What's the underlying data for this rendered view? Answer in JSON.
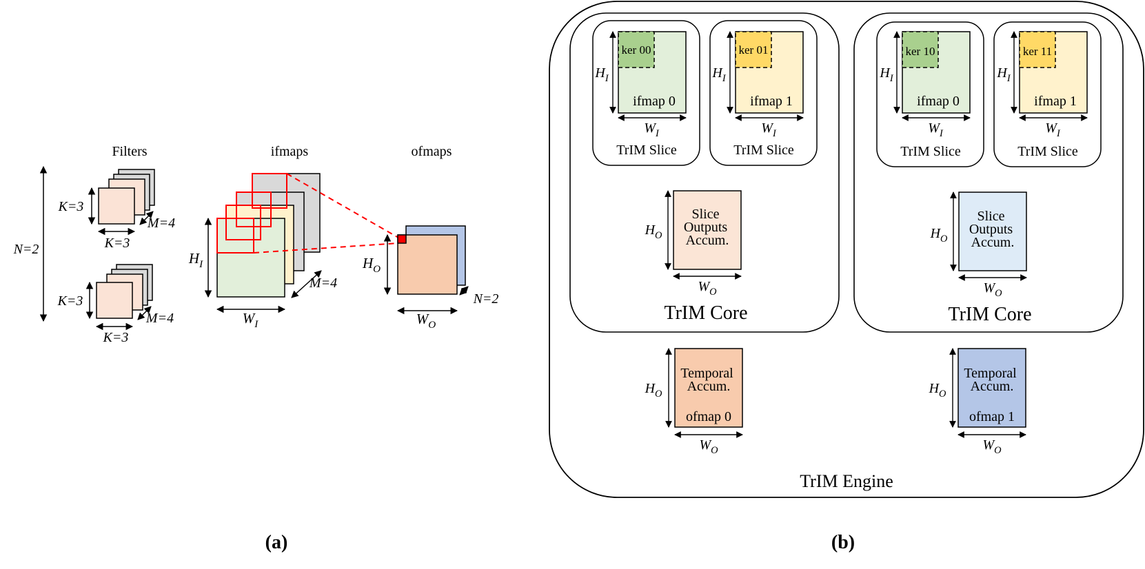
{
  "colors": {
    "filter_pink": "#fbe3d6",
    "gray_layer": "#d9d9d9",
    "green": "#e2efda",
    "green_dark": "#a9d08e",
    "yellow": "#fff2cc",
    "yellow_dark": "#ffd966",
    "red": "#ff0000",
    "ofmap_orange": "#f8cbad",
    "ofmap_blue": "#b4c6e7",
    "slice_accum_pink": "#fbe5d6",
    "slice_accum_blue": "#deebf7",
    "temporal_orange": "#f8cbad",
    "temporal_blue": "#b4c6e7"
  },
  "panel_a": {
    "caption": "(a)",
    "filters_title": "Filters",
    "ifmaps_title": "ifmaps",
    "ofmaps_title": "ofmaps",
    "n_label": "N=2",
    "k_label": "K=3",
    "m_label": "M=4",
    "hi_label": "H",
    "hi_sub": "I",
    "wi_label": "W",
    "wi_sub": "I",
    "ho_label": "H",
    "ho_sub": "O",
    "wo_label": "W",
    "wo_sub": "O"
  },
  "panel_b": {
    "caption": "(b)",
    "engine_label": "TrIM Engine",
    "core_label": "TrIM Core",
    "slice_label": "TrIM Slice",
    "kernels": [
      "ker 00",
      "ker 01",
      "ker 10",
      "ker 11"
    ],
    "ifmap0": "ifmap 0",
    "ifmap1": "ifmap 1",
    "slice_accum_lines": [
      "Slice",
      "Outputs",
      "Accum."
    ],
    "temporal_lines": [
      "Temporal",
      "Accum."
    ],
    "ofmap0": "ofmap 0",
    "ofmap1": "ofmap 1",
    "h_label": "H",
    "w_label": "W",
    "sub_i": "I",
    "sub_o": "O"
  }
}
